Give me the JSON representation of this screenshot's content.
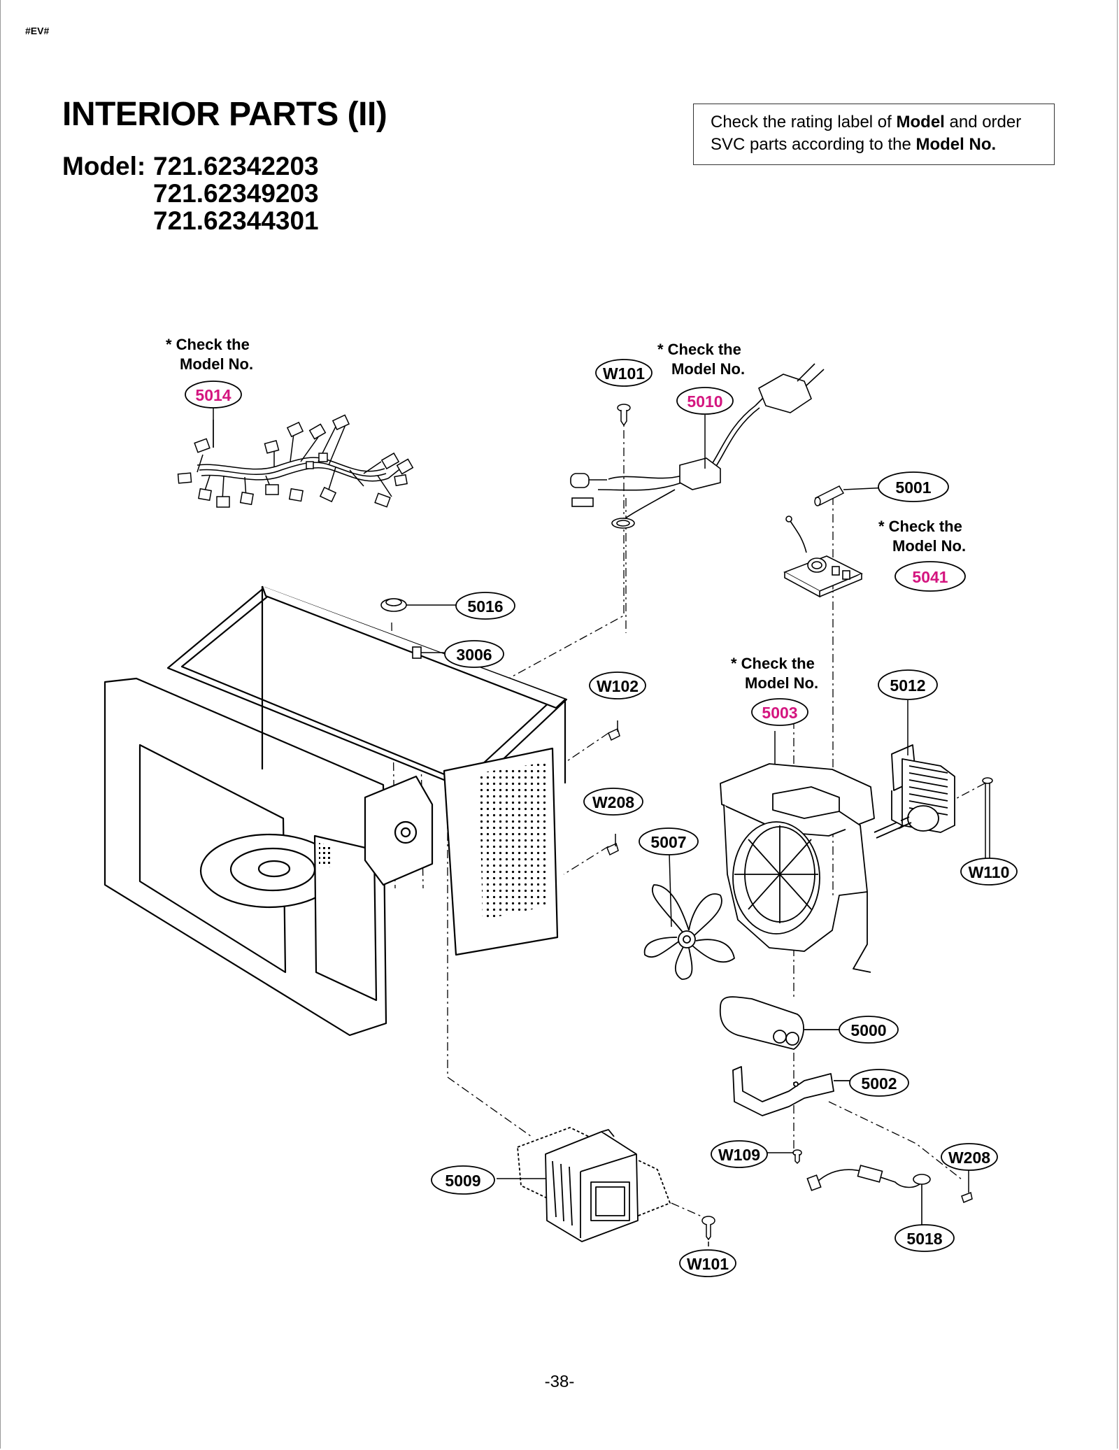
{
  "header": {
    "tag": "#EV#",
    "title": "INTERIOR PARTS (II)",
    "model_label": "Model:",
    "models": [
      "721.62342203",
      "721.62349203",
      "721.62344301"
    ]
  },
  "notice": {
    "part1": "Check the rating label of ",
    "bold1": "Model",
    "part2": " and order SVC parts according to the ",
    "bold2": "Model No."
  },
  "notes": {
    "check_line1": "* Check the",
    "check_line2": "Model No."
  },
  "callouts": {
    "p5014": "5014",
    "w101_top": "W101",
    "p5010": "5010",
    "p5001": "5001",
    "p5041": "5041",
    "p5016": "5016",
    "p3006": "3006",
    "w102": "W102",
    "p5003": "5003",
    "p5012": "5012",
    "w208_left": "W208",
    "p5007": "5007",
    "w110": "W110",
    "p5000": "5000",
    "p5002": "5002",
    "w109": "W109",
    "w208_right": "W208",
    "p5009": "5009",
    "p5018": "5018",
    "w101_bottom": "W101"
  },
  "colors": {
    "highlight": "#d4157f",
    "ink": "#000000"
  },
  "footer": {
    "page_number": "-38-"
  }
}
